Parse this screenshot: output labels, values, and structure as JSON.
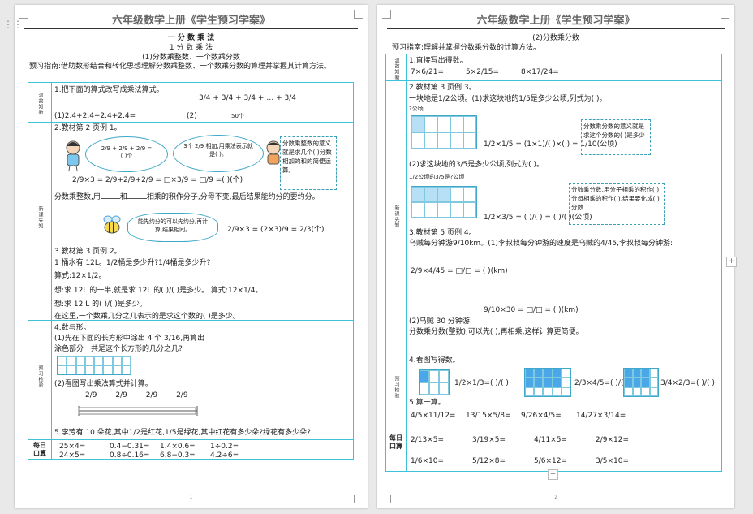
{
  "page1": {
    "header": "六年级数学上册《学生预习学案》",
    "unit_title": "一  分 数 乘 法",
    "lesson_title": "1  分 数 乘 法",
    "subtitle": "(1)分数乘整数、一个数乘分数",
    "guide": "预习指南:借助数形结合和转化思想理解分数乘整数、一个数乘分数的算理并掌握其计算方法。",
    "sec_labels": [
      "温故知新",
      "新课先知",
      "预习检验"
    ],
    "daily_label": "每日口算",
    "q1": "1.把下面的算式改写成乘法算式。",
    "q1a": "(1)2.4+2.4+2.4+2.4=",
    "q1b": "(2)",
    "q1_expr": "3/4 + 3/4 + 3/4 + … + 3/4",
    "q1_count": "50个",
    "q2": "2.教材第 2 页例 1。",
    "bubble1_expr": "2/9 + 2/9 + 2/9 =",
    "bubble1_unit": "(  )个",
    "bubble2": "3个 2/9 相加,用乘法表示就是(    )。",
    "dash1": "分数乘整数的意义就是求几个(    )分数相加的和的简便运算。",
    "q2_line": "2/9×3 = 2/9+2/9+2/9 = □×3/9 = □/9 =(  )(个)",
    "q2_rule_a": "分数乘整数,用",
    "q2_rule_b": "和",
    "q2_rule_c": "相乘的积作分子,分母不变,最后结果能约分的要约分。",
    "bubble3": "能先约分的可以先约分,再计算,结果相同。",
    "q2_eq2": "2/9×3 = (2×3)/9 = 2/3(个)",
    "q3": "3.教材第 3 页例 2。",
    "q3a": "1 桶水有 12L。1/2桶是多少升?1/4桶是多少升?",
    "q3b": "算式:12×1/2。",
    "q3c": "想:求 12L 的一半,就是求 12L 的(  )/(  )是多少。   算式:12×1/4。",
    "q3d": "想:求 12 L 的(  )/(  )是多少。",
    "q3e": "在这里,一个数乘几分之几表示的是求这个数的(        )是多少。",
    "q4": "4.数与形。",
    "q4a": "(1)先在下面的长方形中涂出 4 个 3/16,再算出",
    "q4b": "涂色部分一共是这个长方形的几分之几?",
    "q4c": "(2)看图写出乘法算式并计算。",
    "q4_fracs": [
      "2/9",
      "2/9",
      "2/9",
      "2/9"
    ],
    "q5": "5.李芳有 10 朵花,其中1/2是红花,1/5是绿花,其中红花有多少朵?绿花有多少朵?",
    "oral_row1": [
      "25×4=",
      "0.4−0.31=",
      "1.4×0.6=",
      "1÷0.2="
    ],
    "oral_row2": [
      "24×5=",
      "0.8÷0.16=",
      "6.8−0.3=",
      "4.2÷6="
    ],
    "page_number": "1"
  },
  "page2": {
    "header": "六年级数学上册《学生预习学案》",
    "subtitle": "(2)分数乘分数",
    "guide": "预习指南:理解并掌握分数乘分数的计算方法。",
    "sec_labels": [
      "温故知新",
      "新课先知",
      "预习检验"
    ],
    "daily_label": "每日口算",
    "q1": "1.直接写出得数。",
    "q1_items": [
      "7×6/21=",
      "5×2/15=",
      "8×17/24="
    ],
    "q2": "2.教材第 3 页例 3。",
    "q2a": "一块地是1/2公顷。(1)求这块地的1/5是多少公顷,列式为(        )。",
    "q2_unit": "?公顷",
    "q2_calc1": "1/2×1/5 = (1×1)/(  )×(  ) = 1/10(公顷)",
    "dash_a": "分数乘分数的意义就是求这个分数的(    )是多少",
    "q2b": "(2)求这块地的3/5是多少公顷,列式为(        )。",
    "q2_unit2": "1/2公顷的3/5是?公顷",
    "q2_calc2": "1/2×3/5 = (  )/(  ) = (  )/(  )(公顷)",
    "dash_b": "分数乘分数,用分子相乘的积作(    ),分母相乘的积作(    ),结果要化成(    )分数",
    "q3": "3.教材第 5 页例 4。",
    "q3a": "乌贼每分钟游9/10km。(1)李叔叔每分钟游的速度是乌贼的4/45,李叔叔每分钟游:",
    "q3_calc1": "2/9×4/45 = □/□ = (    )(km)",
    "q3_calc2": "9/10×30 = □/□ = (    )(km)",
    "q3b": "(2)乌贼 30 分钟游:",
    "q3c": "分数乘分数(整数),可以先(    ),再相乘,这样计算更简便。",
    "q4": "4.看图写得数。",
    "q4_items": [
      "1/2×1/3=(  )/(  )",
      "2/3×4/5=(  )/(  )",
      "3/4×2/3=(  )/(  )"
    ],
    "q5": "5.算一算。",
    "q5_items": [
      "4/5×11/12=",
      "13/15×5/8=",
      "9/26×4/5=",
      "14/27×3/14="
    ],
    "oral_row1": [
      "2/13×5=",
      "3/19×5=",
      "4/11×5=",
      "2/9×12="
    ],
    "oral_row2": [
      "1/6×10=",
      "5/12×8=",
      "5/6×12=",
      "3/5×10="
    ],
    "page_number": "2"
  },
  "colors": {
    "table_border": "#3fc1d6",
    "fill_blue": "#4aa8e8"
  },
  "icons": [
    "drag-handle-icon",
    "cartoon-girl-icon",
    "cartoon-boy-icon",
    "bee-icon",
    "add-section-icon"
  ]
}
